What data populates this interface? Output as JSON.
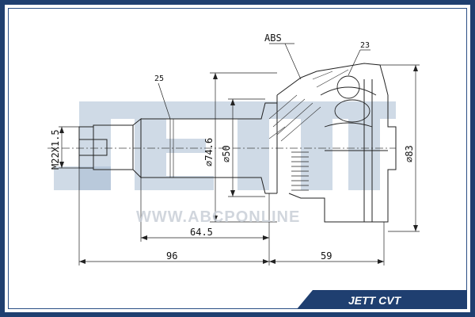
{
  "drawing": {
    "labels": {
      "abs": "ABS",
      "part_23": "23",
      "part_25": "25",
      "thread": "M22X1.5",
      "dia_74_6": "⌀74.6",
      "dia_50": "⌀50",
      "dia_83": "⌀83",
      "len_64_5": "64.5",
      "len_96": "96",
      "len_59": "59"
    }
  },
  "watermark": {
    "logo": "JETT",
    "url": "WWW.ABCPONLINE"
  },
  "brand": {
    "badge": "JETT CVT"
  },
  "colors": {
    "frame": "#1f3f70",
    "logo": "#9fb3cc",
    "line": "#222222"
  }
}
